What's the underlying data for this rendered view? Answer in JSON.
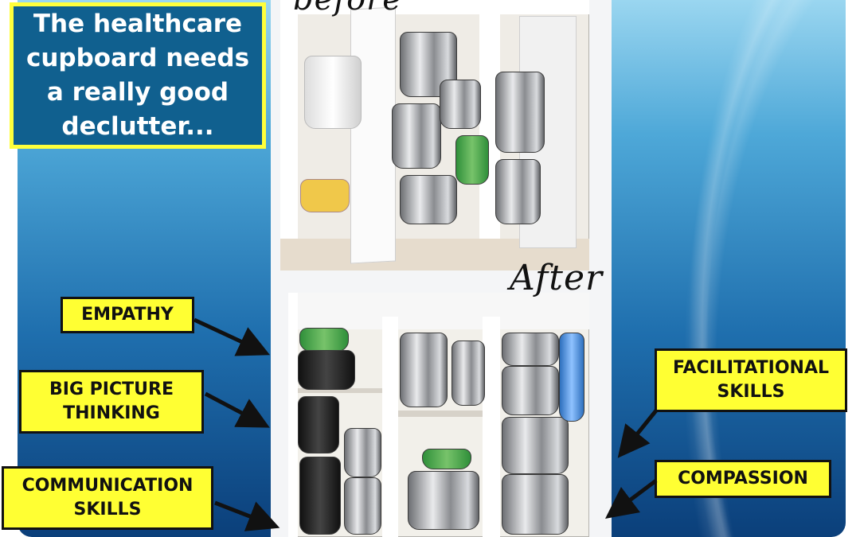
{
  "title": "The healthcare cupboard needs a really good declutter...",
  "photos": {
    "before_caption": "before",
    "after_caption": "After"
  },
  "labels": {
    "empathy": "EMPATHY",
    "big_picture": "BIG PICTURE THINKING",
    "communication": "COMMUNICATION SKILLS",
    "facilitational": "FACILITATIONAL SKILLS",
    "compassion": "COMPASSION"
  },
  "colors": {
    "label_fill": "#ffff33",
    "title_fill": "#10608f",
    "title_border": "#ffff3b"
  }
}
